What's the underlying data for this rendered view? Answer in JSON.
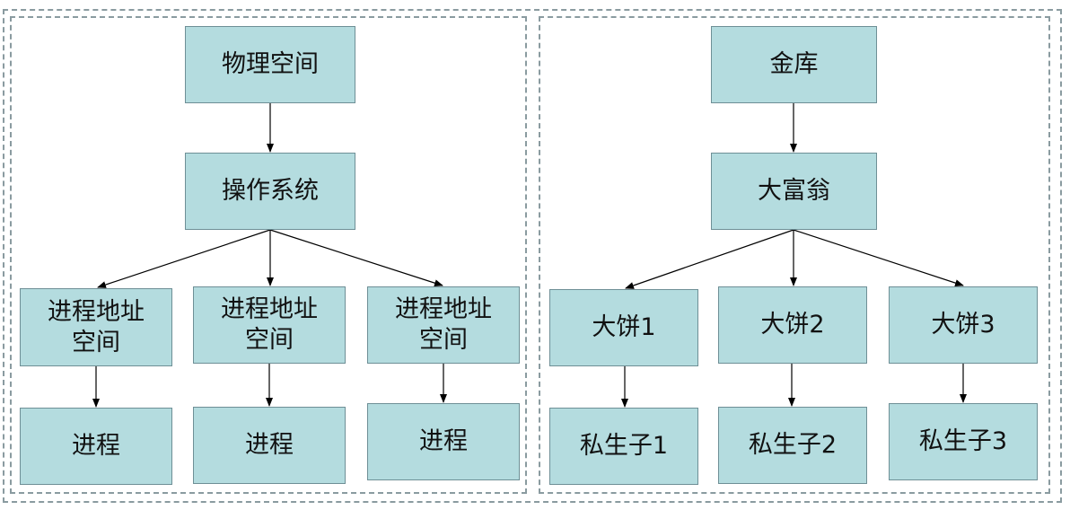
{
  "left_panel": {
    "top": "物理空间",
    "middle": "操作系统",
    "branches": [
      {
        "space": "进程地址空间",
        "leaf": "进程"
      },
      {
        "space": "进程地址空间",
        "leaf": "进程"
      },
      {
        "space": "进程地址空间",
        "leaf": "进程"
      }
    ]
  },
  "right_panel": {
    "top": "金库",
    "middle": "大富翁",
    "branches": [
      {
        "space": "大饼1",
        "leaf": "私生子1"
      },
      {
        "space": "大饼2",
        "leaf": "私生子2"
      },
      {
        "space": "大饼3",
        "leaf": "私生子3"
      }
    ]
  },
  "colors": {
    "box_fill": "#b4dcdf",
    "box_border": "#6e8f96",
    "frame_border": "#8a9ba0",
    "arrow": "#000000"
  }
}
